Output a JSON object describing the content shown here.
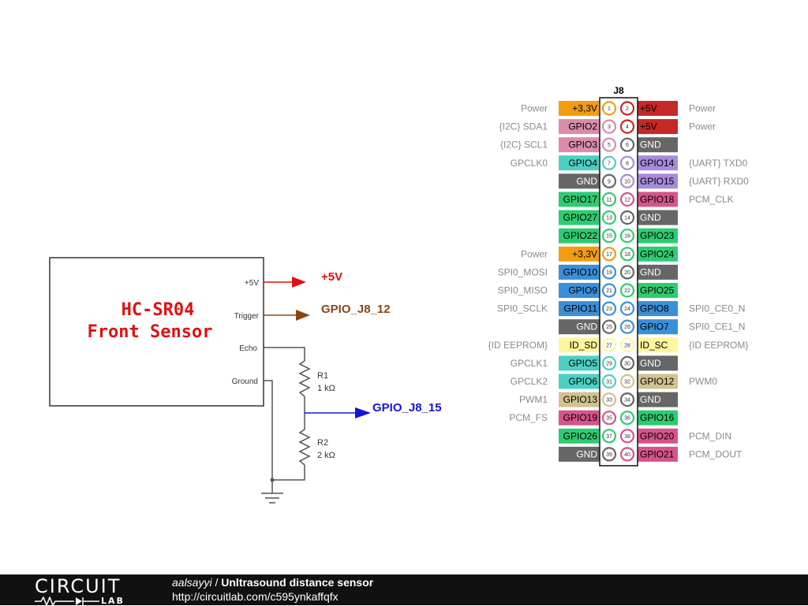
{
  "schematic": {
    "sensor_name": "HC-SR04",
    "sensor_label": "Front Sensor",
    "pins": [
      "+5V",
      "Trigger",
      "Echo",
      "Ground"
    ],
    "out_5v": "+5V",
    "out_trigger": "GPIO_J8_12",
    "out_echo": "GPIO_J8_15",
    "r1_name": "R1",
    "r1_value": "1 kΩ",
    "r2_name": "R2",
    "r2_value": "2 kΩ"
  },
  "header": {
    "title": "J8",
    "rows": [
      {
        "lf": "Power",
        "l": "+3,3V",
        "lc": "#f39c12",
        "lt": "#000",
        "pl": "1",
        "plc": "#f39c12",
        "pr": "2",
        "prc": "#c62828",
        "r": "+5V",
        "rc": "#c62828",
        "rt": "#000",
        "rf": "Power"
      },
      {
        "lf": "{I2C} SDA1",
        "l": "GPIO2",
        "lc": "#d98cab",
        "lt": "#000",
        "pl": "3",
        "plc": "#d98cab",
        "pr": "4",
        "prc": "#c62828",
        "r": "+5V",
        "rc": "#c62828",
        "rt": "#000",
        "rf": "Power"
      },
      {
        "lf": "{I2C} SCL1",
        "l": "GPIO3",
        "lc": "#d98cab",
        "lt": "#000",
        "pl": "5",
        "plc": "#d98cab",
        "pr": "6",
        "prc": "#666666",
        "r": "GND",
        "rc": "#666666",
        "rt": "#fff",
        "rf": ""
      },
      {
        "lf": "GPCLK0",
        "l": "GPIO4",
        "lc": "#4dd0c4",
        "lt": "#000",
        "pl": "7",
        "plc": "#4dd0c4",
        "pr": "8",
        "prc": "#a78bdb",
        "r": "GPIO14",
        "rc": "#a78bdb",
        "rt": "#000",
        "rf": "{UART} TXD0"
      },
      {
        "lf": "",
        "l": "GND",
        "lc": "#666666",
        "lt": "#fff",
        "pl": "9",
        "plc": "#666666",
        "pr": "10",
        "prc": "#a78bdb",
        "r": "GPIO15",
        "rc": "#a78bdb",
        "rt": "#000",
        "rf": "{UART} RXD0"
      },
      {
        "lf": "",
        "l": "GPIO17",
        "lc": "#2ecc71",
        "lt": "#000",
        "pl": "11",
        "plc": "#2ecc71",
        "pr": "12",
        "prc": "#d6548a",
        "r": "GPIO18",
        "rc": "#d6548a",
        "rt": "#000",
        "rf": "PCM_CLK"
      },
      {
        "lf": "",
        "l": "GPIO27",
        "lc": "#2ecc71",
        "lt": "#000",
        "pl": "13",
        "plc": "#2ecc71",
        "pr": "14",
        "prc": "#666666",
        "r": "GND",
        "rc": "#666666",
        "rt": "#fff",
        "rf": ""
      },
      {
        "lf": "",
        "l": "GPIO22",
        "lc": "#2ecc71",
        "lt": "#000",
        "pl": "15",
        "plc": "#2ecc71",
        "pr": "16",
        "prc": "#2ecc71",
        "r": "GPIO23",
        "rc": "#2ecc71",
        "rt": "#000",
        "rf": ""
      },
      {
        "lf": "Power",
        "l": "+3,3V",
        "lc": "#f39c12",
        "lt": "#000",
        "pl": "17",
        "plc": "#f39c12",
        "pr": "18",
        "prc": "#2ecc71",
        "r": "GPIO24",
        "rc": "#2ecc71",
        "rt": "#000",
        "rf": ""
      },
      {
        "lf": "SPI0_MOSI",
        "l": "GPIO10",
        "lc": "#3a8fd9",
        "lt": "#000",
        "pl": "19",
        "plc": "#3a8fd9",
        "pr": "20",
        "prc": "#666666",
        "r": "GND",
        "rc": "#666666",
        "rt": "#fff",
        "rf": ""
      },
      {
        "lf": "SPI0_MISO",
        "l": "GPIO9",
        "lc": "#3a8fd9",
        "lt": "#000",
        "pl": "21",
        "plc": "#3a8fd9",
        "pr": "22",
        "prc": "#2ecc71",
        "r": "GPIO25",
        "rc": "#2ecc71",
        "rt": "#000",
        "rf": ""
      },
      {
        "lf": "SPI0_SCLK",
        "l": "GPIO11",
        "lc": "#3a8fd9",
        "lt": "#000",
        "pl": "23",
        "plc": "#3a8fd9",
        "pr": "24",
        "prc": "#3a8fd9",
        "r": "GPIO8",
        "rc": "#3a8fd9",
        "rt": "#000",
        "rf": "SPI0_CE0_N"
      },
      {
        "lf": "",
        "l": "GND",
        "lc": "#666666",
        "lt": "#fff",
        "pl": "25",
        "plc": "#666666",
        "pr": "26",
        "prc": "#3a8fd9",
        "r": "GPIO7",
        "rc": "#3a8fd9",
        "rt": "#000",
        "rf": "SPI0_CE1_N"
      },
      {
        "lf": "{ID EEPROM}",
        "l": "ID_SD",
        "lc": "#fff59d",
        "lt": "#000",
        "pl": "27",
        "plc": "#fff59d",
        "pr": "28",
        "prc": "#fff59d",
        "r": "ID_SC",
        "rc": "#fff59d",
        "rt": "#000",
        "rf": "{ID EEPROM}"
      },
      {
        "lf": "GPCLK1",
        "l": "GPIO5",
        "lc": "#4dd0c4",
        "lt": "#000",
        "pl": "29",
        "plc": "#4dd0c4",
        "pr": "30",
        "prc": "#666666",
        "r": "GND",
        "rc": "#666666",
        "rt": "#fff",
        "rf": ""
      },
      {
        "lf": "GPCLK2",
        "l": "GPIO6",
        "lc": "#4dd0c4",
        "lt": "#000",
        "pl": "31",
        "plc": "#4dd0c4",
        "pr": "32",
        "prc": "#d2c28f",
        "r": "GPIO12",
        "rc": "#d2c28f",
        "rt": "#000",
        "rf": "PWM0"
      },
      {
        "lf": "PWM1",
        "l": "GPIO13",
        "lc": "#d2c28f",
        "lt": "#000",
        "pl": "33",
        "plc": "#d2c28f",
        "pr": "34",
        "prc": "#666666",
        "r": "GND",
        "rc": "#666666",
        "rt": "#fff",
        "rf": ""
      },
      {
        "lf": "PCM_FS",
        "l": "GPIO19",
        "lc": "#d6548a",
        "lt": "#000",
        "pl": "35",
        "plc": "#d6548a",
        "pr": "36",
        "prc": "#2ecc71",
        "r": "GPIO16",
        "rc": "#2ecc71",
        "rt": "#000",
        "rf": ""
      },
      {
        "lf": "",
        "l": "GPIO26",
        "lc": "#2ecc71",
        "lt": "#000",
        "pl": "37",
        "plc": "#2ecc71",
        "pr": "38",
        "prc": "#d6548a",
        "r": "GPIO20",
        "rc": "#d6548a",
        "rt": "#000",
        "rf": "PCM_DIN"
      },
      {
        "lf": "",
        "l": "GND",
        "lc": "#666666",
        "lt": "#fff",
        "pl": "39",
        "plc": "#666666",
        "pr": "40",
        "prc": "#d6548a",
        "r": "GPIO21",
        "rc": "#d6548a",
        "rt": "#000",
        "rf": "PCM_DOUT"
      }
    ]
  },
  "footer": {
    "logo_top": "CIRCUIT",
    "logo_bottom": "LAB",
    "author": "aalsayyi",
    "separator": " / ",
    "title": "Unltrasound distance sensor",
    "url": "http://circuitlab.com/c595ynkaffqfx"
  },
  "colors": {
    "power_red": "#e01010",
    "trigger_brown": "#8b4513",
    "echo_blue": "#1515d8",
    "wire_gray": "#555555"
  }
}
